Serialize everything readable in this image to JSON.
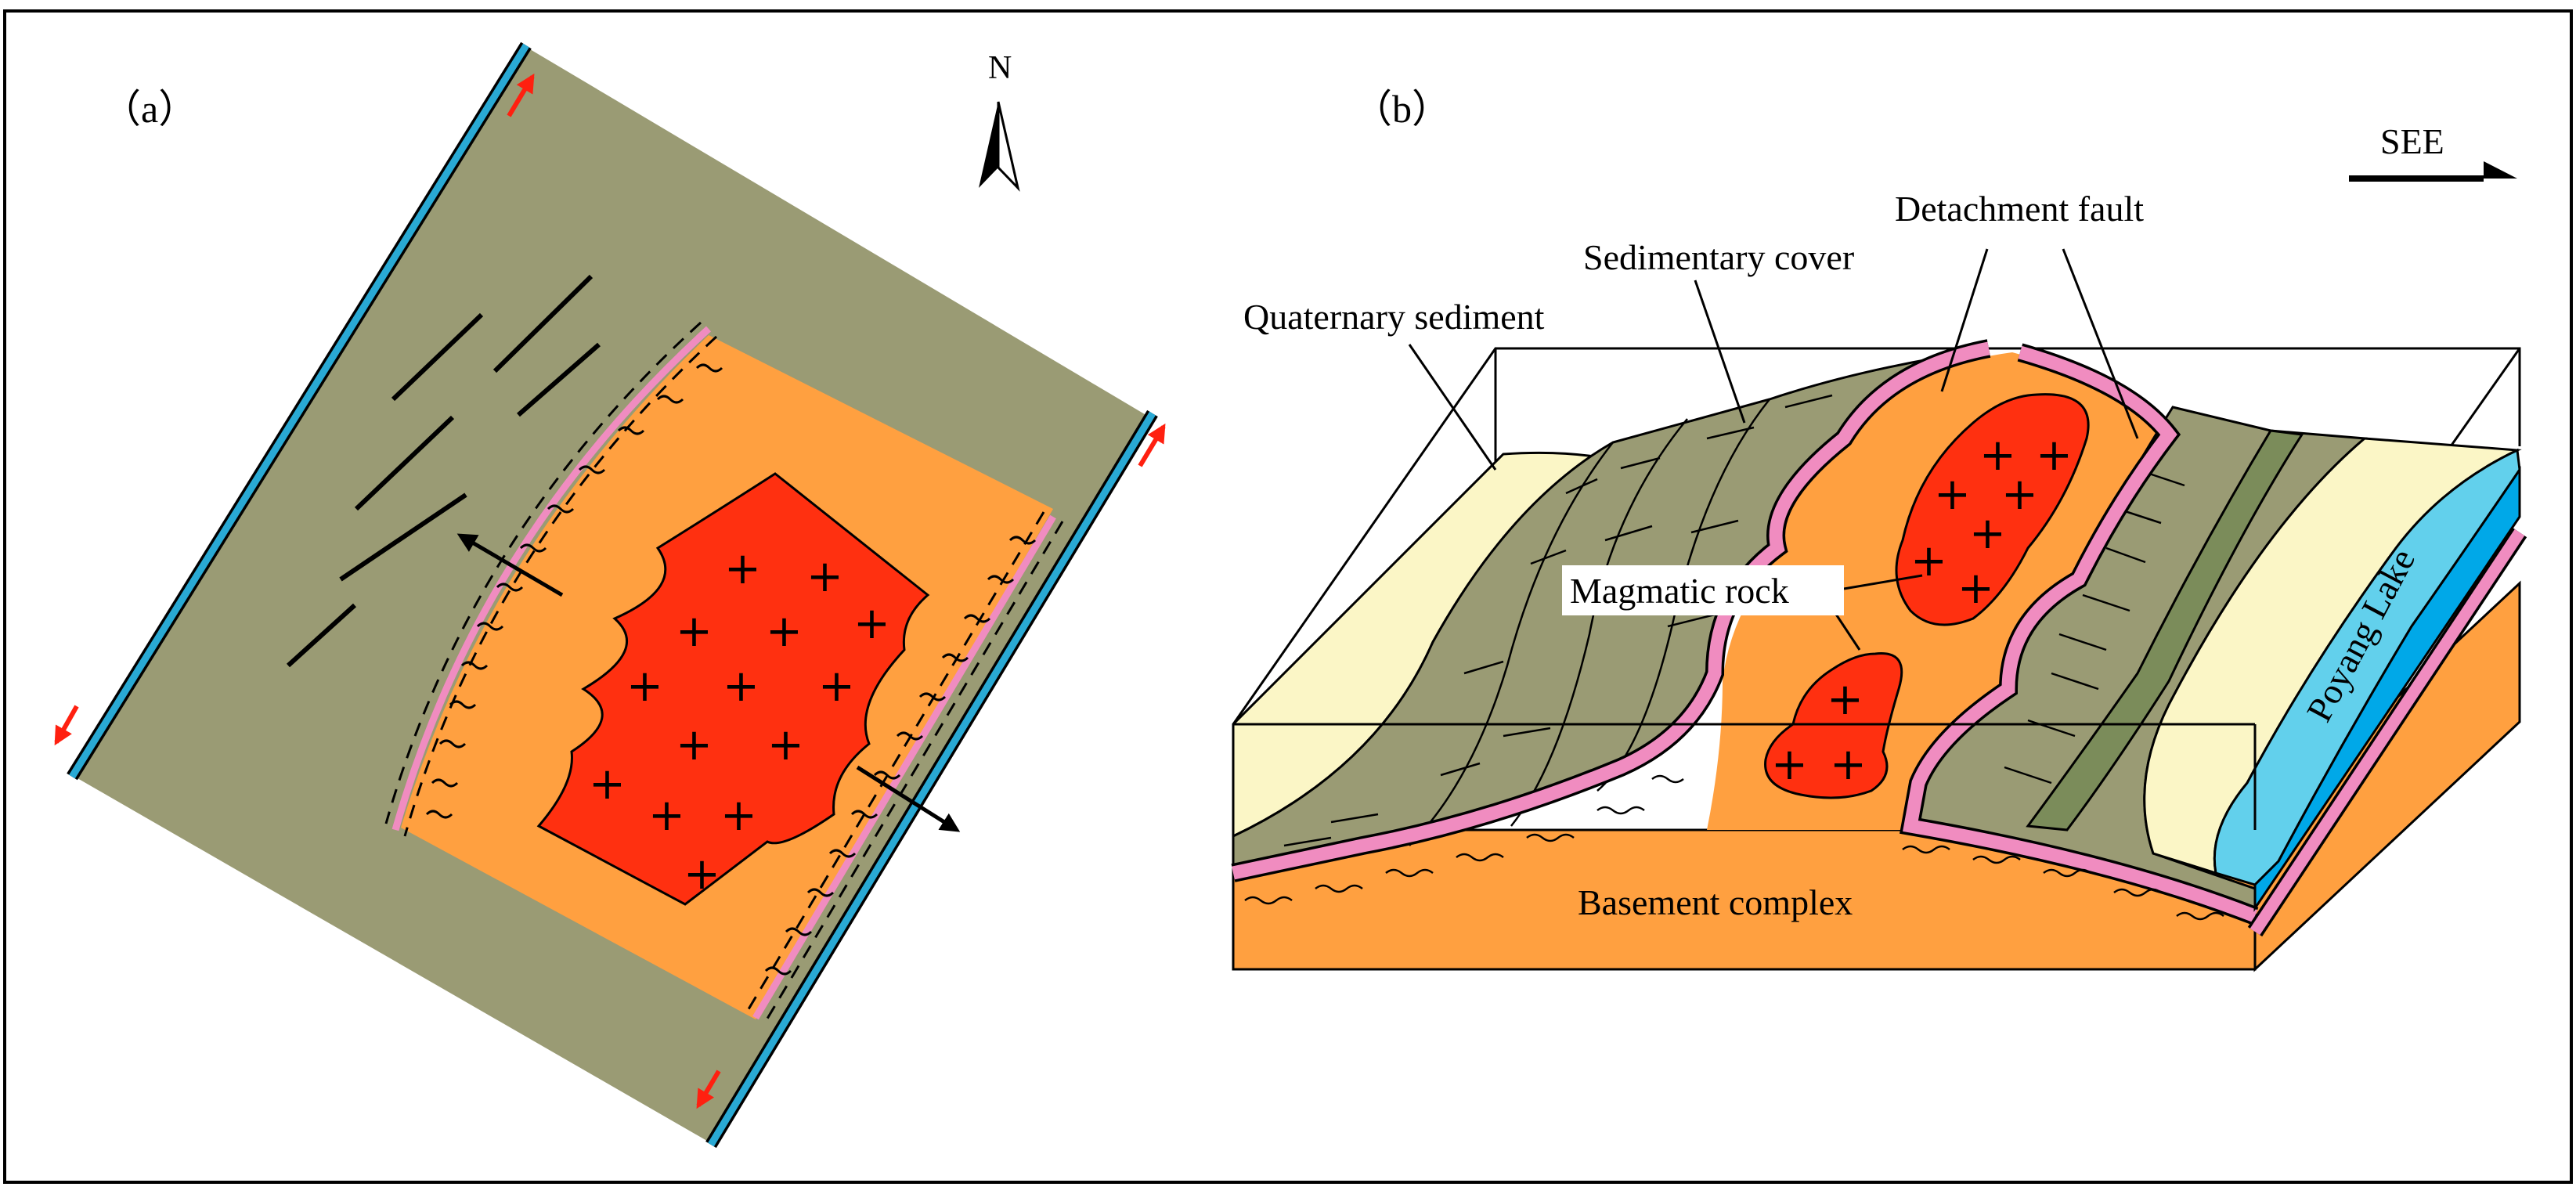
{
  "panels": {
    "a": {
      "label": "（a）"
    },
    "b": {
      "label": "（b）"
    }
  },
  "north_arrow": {
    "label": "N",
    "icon": "north-arrow-icon"
  },
  "direction_arrow": {
    "label": "SEE",
    "icon": "east-arrow-icon"
  },
  "labels": {
    "quaternary_sediment": "Quaternary sediment",
    "sedimentary_cover": "Sedimentary cover",
    "detachment_fault": "Detachment fault",
    "magmatic_rock": "Magmatic rock",
    "basement_complex": "Basement complex",
    "poyang_lake": "Poyang Lake"
  },
  "pluton_symbol": "+",
  "colors": {
    "sedimentary_cover": "#9a9b74",
    "sedimentary_cover_dark": "#7b8c5a",
    "basement": "#ffa040",
    "magmatic": "#ff3010",
    "detachment_fault": "#f08cc0",
    "quaternary": "#fbf6c6",
    "lake_light": "#62d0ec",
    "lake_dark": "#00a8e8",
    "strike_slip_fault": "#29a9d4",
    "shear_arrow": "#ff2010",
    "outline": "#000000"
  }
}
